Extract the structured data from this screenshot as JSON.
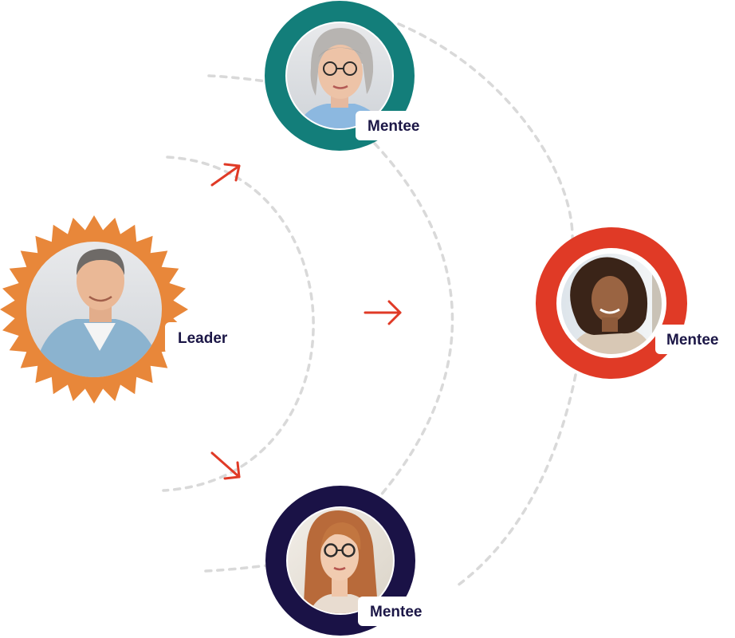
{
  "leader": {
    "label": "Leader",
    "badge_color": "#e8873a",
    "photo_icon": "man-portrait-icon"
  },
  "mentees": [
    {
      "label": "Mentee",
      "ring_color": "#137e7a",
      "photo_icon": "older-woman-portrait-icon"
    },
    {
      "label": "Mentee",
      "ring_color": "#e03a26",
      "photo_icon": "curly-hair-woman-portrait-icon"
    },
    {
      "label": "Mentee",
      "ring_color": "#1a1246",
      "photo_icon": "woman-with-glasses-portrait-icon"
    }
  ],
  "arrow_color": "#e03a26",
  "connector_color": "#d9d9d9"
}
